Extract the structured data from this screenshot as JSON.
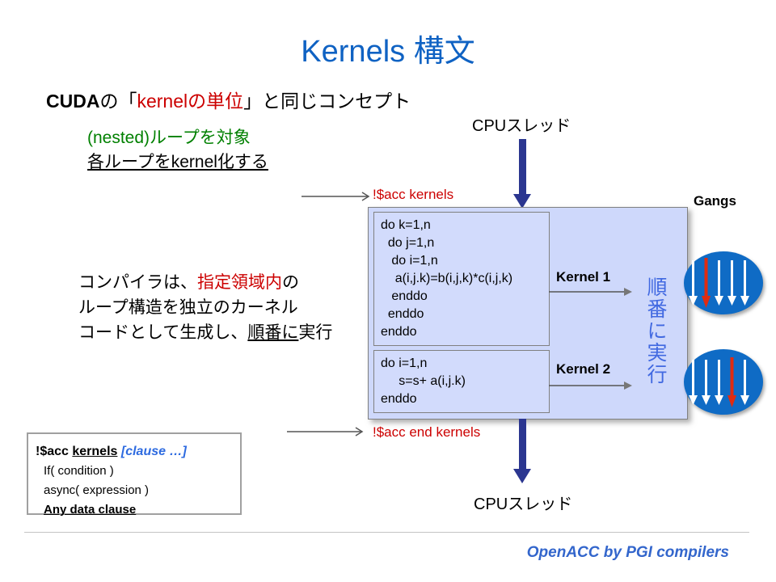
{
  "title": "Kernels 構文",
  "subtitle": {
    "cuda": "CUDA",
    "open": "の「",
    "highlight": "kernelの単位",
    "close": "」と同じコンセプト"
  },
  "notes": {
    "line1": "(nested)ループを対象",
    "line2": "各ループをkernel化する"
  },
  "cpu_thread_top": "CPUスレッド",
  "cpu_thread_bottom": "CPUスレッド",
  "gangs": {
    "label": "Gangs",
    "ellipses": [
      {
        "arrow_count": 5,
        "red_arrow_index": 2
      },
      {
        "arrow_count": 5,
        "red_arrow_index": 4
      }
    ]
  },
  "directives": {
    "begin": "!$acc kernels",
    "end": "!$acc end kernels"
  },
  "code_block_1": [
    "do k=1,n",
    "  do j=1,n",
    "   do i=1,n",
    "    a(i,j.k)=b(i,j,k)*c(i,j,k)",
    "   enddo",
    "  enddo",
    "enddo"
  ],
  "code_block_2": [
    "do i=1,n",
    "     s=s+ a(i,j.k)",
    "enddo"
  ],
  "kernel1_label": "Kernel 1",
  "kernel2_label": "Kernel 2",
  "sequential_label": "順番に実行",
  "compiler_note": {
    "line1_pre": "コンパイラは、",
    "line1_highlight": "指定領域内",
    "line1_post": "の",
    "line2": "ループ構造を独立のカーネル",
    "line3_pre": "コードとして生成し、",
    "line3_underline": "順番に",
    "line3_post": "実行"
  },
  "clause_box": {
    "bang": "!$acc ",
    "keyword": "kernels",
    "clause": " [clause …]",
    "line2": "If( condition )",
    "line3": "async( expression )",
    "line4": "Any data clause"
  },
  "footer": "OpenACC by PGI compilers",
  "colors": {
    "title_blue": "#0f62c3",
    "red_text": "#cc0000",
    "green_text": "#008000",
    "navy_arrow": "#2b3690",
    "ellipse_blue": "#0f6bc5",
    "red_arrow": "#e02b10",
    "sequential_blue": "#4169e1",
    "clause_blue": "#2e6be0",
    "footer_blue": "#3366cc",
    "box_fill": "#ced8fb"
  }
}
